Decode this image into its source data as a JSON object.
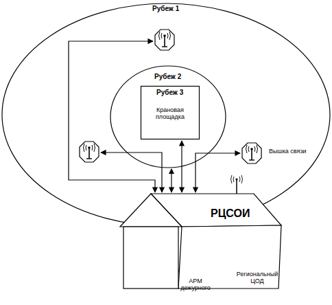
{
  "diagram": {
    "nodes": [
      {
        "text": [
          "Рубеж 1"
        ]
      },
      {
        "text": [
          "Рубеж 2"
        ],
        "in": 0
      },
      {
        "text": [
          "Рубеж 3",
          "Крановая площадка"
        ],
        "in": 1
      },
      {
        "text": [
          "Вышка связи"
        ],
        "in": 0
      },
      {
        "text": [
          "РЦСОИ"
        ]
      },
      {
        "text": [
          "Региональный ЦОД"
        ],
        "in": 4
      },
      {
        "text": [
          "АРМ дежурного"
        ],
        "in": 4
      }
    ],
    "edges": [
      {
        "from": 4,
        "to": 1,
        "arrow": "both"
      },
      {
        "from": 4,
        "to": 2,
        "arrow": "both"
      },
      {
        "from": 4,
        "to": 3,
        "arrow": "both"
      }
    ]
  }
}
